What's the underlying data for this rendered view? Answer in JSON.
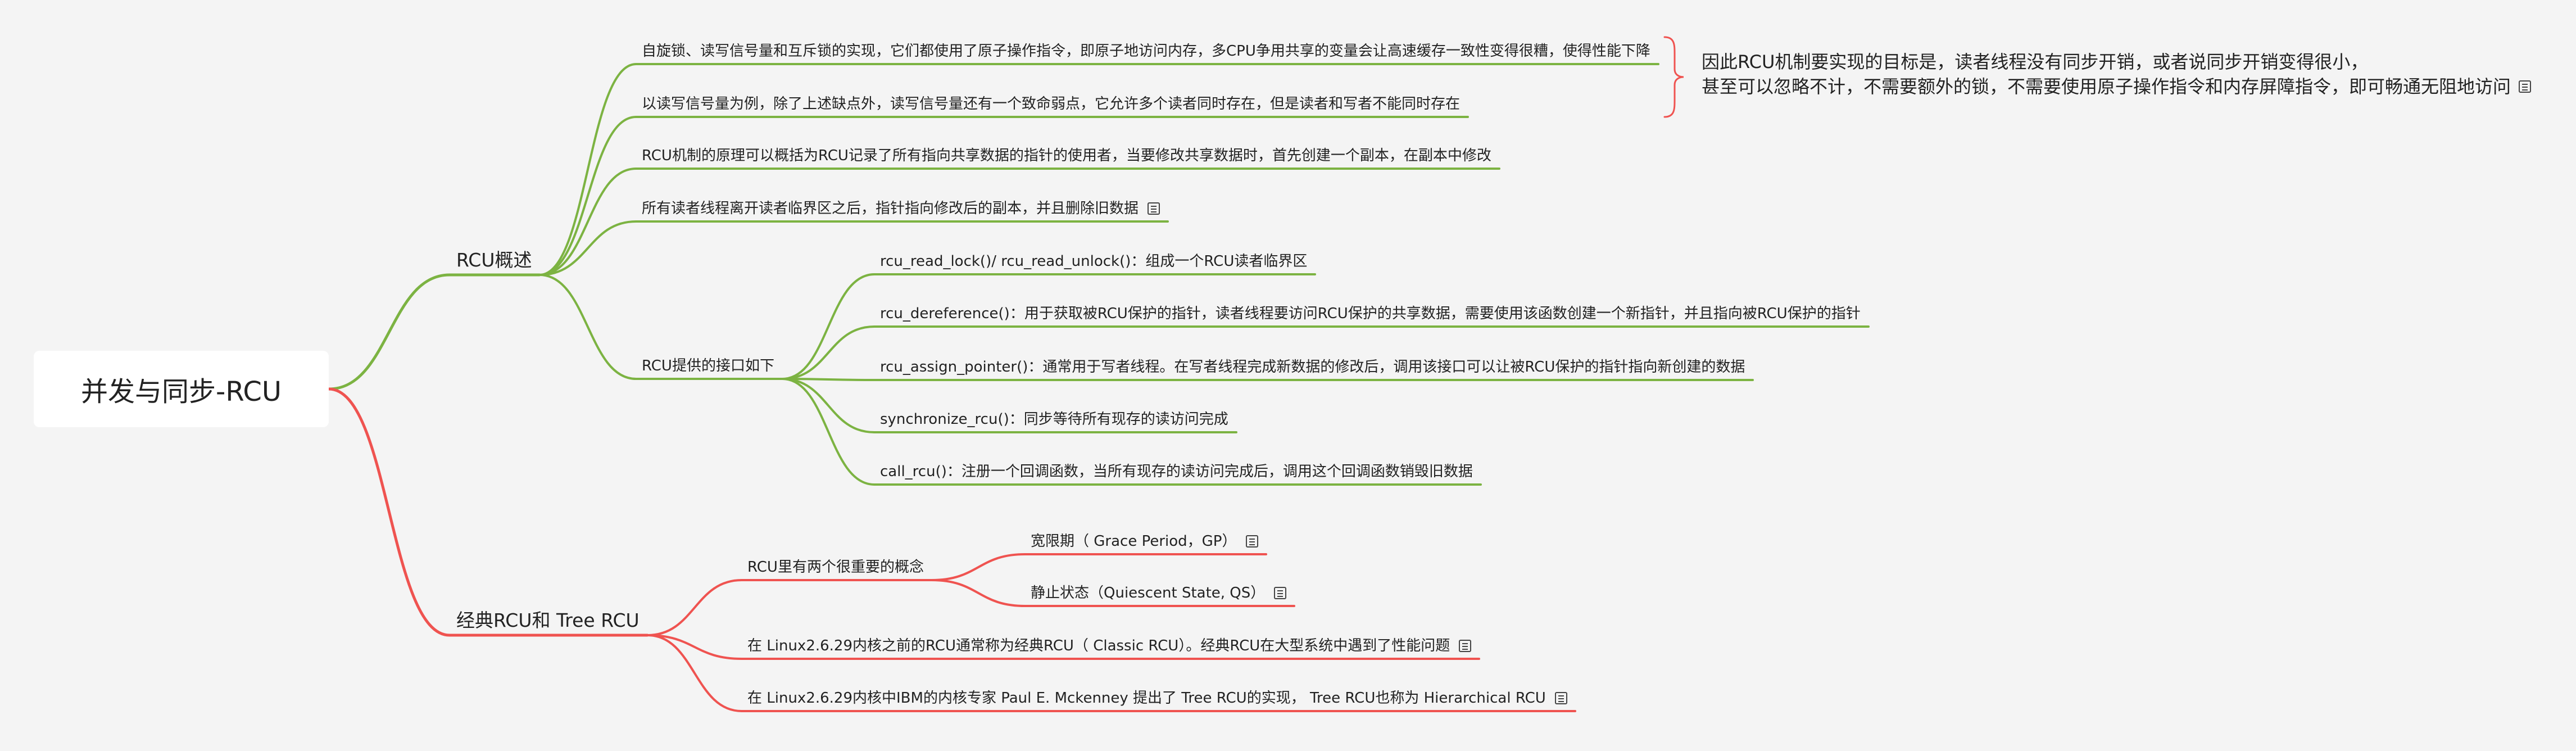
{
  "root": {
    "title": "并发与同步-RCU"
  },
  "branches": [
    {
      "label": "RCU概述",
      "color": "#7cb342",
      "children": [
        {
          "label": "自旋锁、读写信号量和互斥锁的实现，它们都使用了原子操作指令，即原子地访问内存，多CPU争用共享的变量会让高速缓存一致性变得很糟，使得性能下降"
        },
        {
          "label": "以读写信号量为例，除了上述缺点外，读写信号量还有一个致命弱点，它允许多个读者同时存在，但是读者和写者不能同时存在"
        },
        {
          "label": "RCU机制的原理可以概括为RCU记录了所有指向共享数据的指针的使用者，当要修改共享数据时，首先创建一个副本，在副本中修改"
        },
        {
          "label": "所有读者线程离开读者临界区之后，指针指向修改后的副本，并且删除旧数据",
          "icon": "note-icon"
        },
        {
          "label": "RCU提供的接口如下",
          "children": [
            {
              "label": "rcu_read_lock()/ rcu_read_unlock()：组成一个RCU读者临界区"
            },
            {
              "label": "rcu_dereference()：用于获取被RCU保护的指针，读者线程要访问RCU保护的共享数据，需要使用该函数创建一个新指针，并且指向被RCU保护的指针"
            },
            {
              "label": "rcu_assign_pointer()：通常用于写者线程。在写者线程完成新数据的修改后，调用该接口可以让被RCU保护的指针指向新创建的数据"
            },
            {
              "label": "synchronize_rcu()：同步等待所有现存的读访问完成"
            },
            {
              "label": "call_rcu()：注册一个回调函数，当所有现存的读访问完成后，调用这个回调函数销毁旧数据"
            }
          ]
        }
      ]
    },
    {
      "label": "经典RCU和 Tree RCU",
      "color": "#ef5350",
      "children": [
        {
          "label": "RCU里有两个很重要的概念",
          "children": [
            {
              "label": "宽限期（ Grace Period，GP）",
              "icon": "note-icon"
            },
            {
              "label": "静止状态（Quiescent State, QS）",
              "icon": "note-icon"
            }
          ]
        },
        {
          "label": "在 Linux2.6.29内核之前的RCU通常称为经典RCU（ Classic RCU）。经典RCU在大型系统中遇到了性能问题",
          "icon": "note-icon"
        },
        {
          "label": "在 Linux2.6.29内核中IBM的内核专家 Paul E. Mckenney 提出了 Tree RCU的实现， Tree RCU也称为 Hierarchical RCU",
          "icon": "note-icon"
        }
      ]
    }
  ],
  "summary": {
    "line1": "因此RCU机制要实现的目标是，读者线程没有同步开销，或者说同步开销变得很小，",
    "line2": "甚至可以忽略不计，不需要额外的锁，不需要使用原子操作指令和内存屏障指令，即可畅通无阻地访问",
    "icon": "note-icon"
  }
}
